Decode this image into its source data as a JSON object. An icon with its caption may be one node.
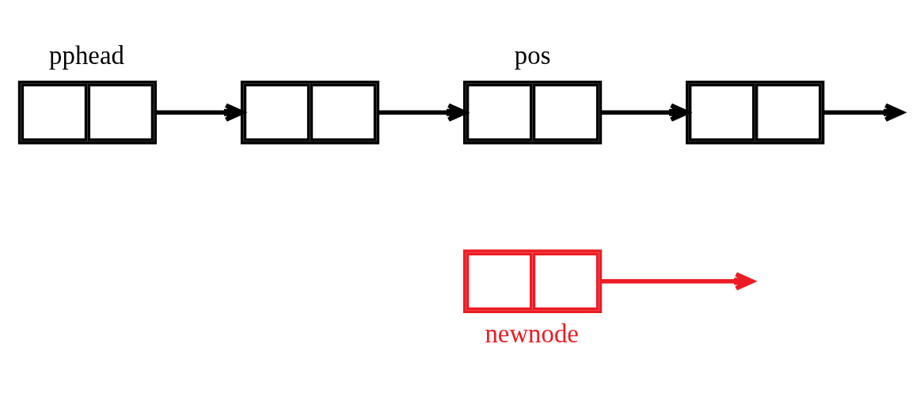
{
  "diagram": {
    "nodes": [
      {
        "text": [],
        "shape": "box",
        "beside": [
          "pphead"
        ]
      },
      {
        "text": [],
        "shape": "box"
      },
      {
        "text": [],
        "shape": "box",
        "beside": [
          "pos"
        ]
      },
      {
        "text": [],
        "shape": "box"
      },
      {
        "text": [],
        "shape": "box",
        "beside": [
          "newnode"
        ]
      }
    ],
    "edges": [
      {
        "from": 0,
        "to": 1,
        "arrow": "to"
      },
      {
        "from": 1,
        "to": 2,
        "arrow": "to"
      },
      {
        "from": 2,
        "to": 3,
        "arrow": "to"
      },
      {
        "from": 3,
        "to": null,
        "arrow": "to"
      },
      {
        "from": 4,
        "to": null,
        "arrow": "to",
        "color": "#ed1c24"
      }
    ]
  }
}
